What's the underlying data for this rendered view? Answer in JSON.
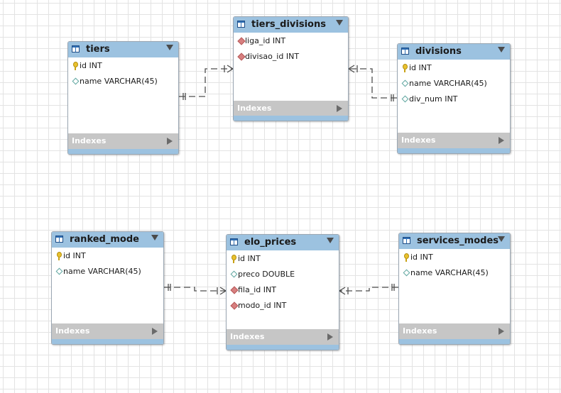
{
  "indexes_label": "Indexes",
  "tables": {
    "tiers": {
      "name": "tiers",
      "columns": [
        {
          "text": "id INT",
          "key": "pk"
        },
        {
          "text": "name VARCHAR(45)",
          "key": "col"
        }
      ]
    },
    "tiers_divisions": {
      "name": "tiers_divisions",
      "columns": [
        {
          "text": "liga_id INT",
          "key": "fk"
        },
        {
          "text": "divisao_id INT",
          "key": "fk"
        }
      ]
    },
    "divisions": {
      "name": "divisions",
      "columns": [
        {
          "text": "id INT",
          "key": "pk"
        },
        {
          "text": "name VARCHAR(45)",
          "key": "col"
        },
        {
          "text": "div_num INT",
          "key": "col"
        }
      ]
    },
    "ranked_mode": {
      "name": "ranked_mode",
      "columns": [
        {
          "text": "id INT",
          "key": "pk"
        },
        {
          "text": "name VARCHAR(45)",
          "key": "col"
        }
      ]
    },
    "elo_prices": {
      "name": "elo_prices",
      "columns": [
        {
          "text": "id INT",
          "key": "pk"
        },
        {
          "text": "preco DOUBLE",
          "key": "col"
        },
        {
          "text": "fila_id INT",
          "key": "fk"
        },
        {
          "text": "modo_id INT",
          "key": "fk"
        }
      ]
    },
    "services_modes": {
      "name": "services_modes",
      "columns": [
        {
          "text": "id INT",
          "key": "pk"
        },
        {
          "text": "name VARCHAR(45)",
          "key": "col"
        }
      ]
    }
  },
  "relationships": [
    {
      "from": "tiers",
      "to": "tiers_divisions",
      "from_end": "one",
      "to_end": "many"
    },
    {
      "from": "divisions",
      "to": "tiers_divisions",
      "from_end": "one",
      "to_end": "many"
    },
    {
      "from": "ranked_mode",
      "to": "elo_prices",
      "from_end": "one",
      "to_end": "many"
    },
    {
      "from": "services_modes",
      "to": "elo_prices",
      "from_end": "one",
      "to_end": "many"
    }
  ]
}
